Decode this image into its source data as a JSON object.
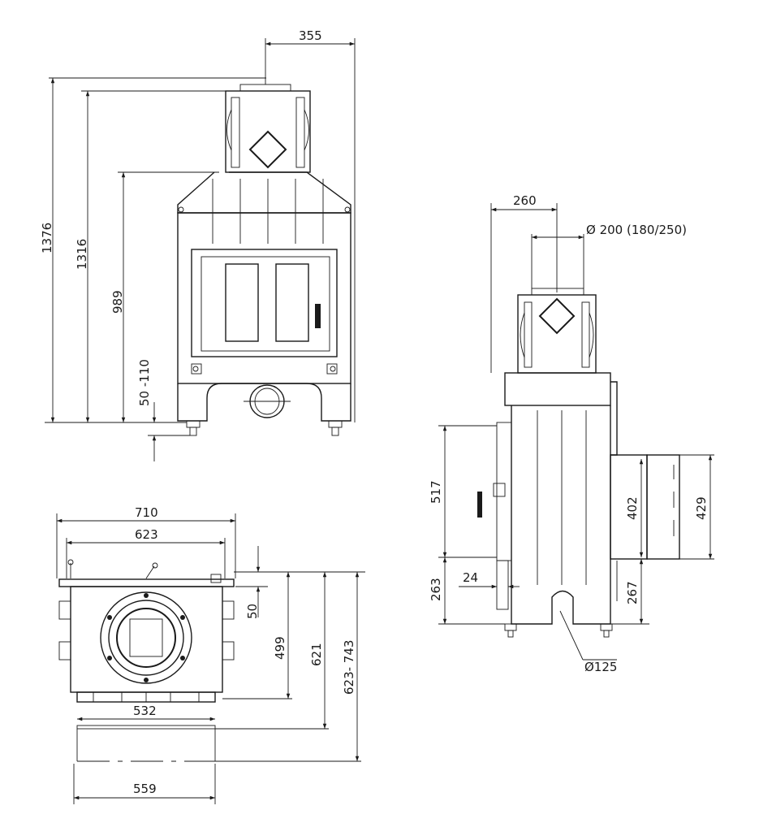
{
  "front_view": {
    "dim_width_flue": "355",
    "dim_total_height": "1376",
    "dim_height_collar": "1316",
    "dim_height_body": "989",
    "dim_feet_adjust": "50 -110"
  },
  "side_view": {
    "dim_flue_offset": "260",
    "dim_flue_diameter": "Ø 200 (180/250)",
    "dim_air_box_height": "517",
    "dim_air_box_bottom": "263",
    "dim_air_offset": "24",
    "dim_duct_inner": "402",
    "dim_duct_outer": "429",
    "dim_duct_bottom": "267",
    "dim_air_inlet": "Ø125"
  },
  "top_view": {
    "dim_outer_width": "710",
    "dim_inner_width": "623",
    "dim_lip": "50",
    "dim_depth_1": "499",
    "dim_depth_2": "621",
    "dim_depth_3": "623- 743",
    "dim_base_width": "532",
    "dim_base_outer": "559"
  }
}
